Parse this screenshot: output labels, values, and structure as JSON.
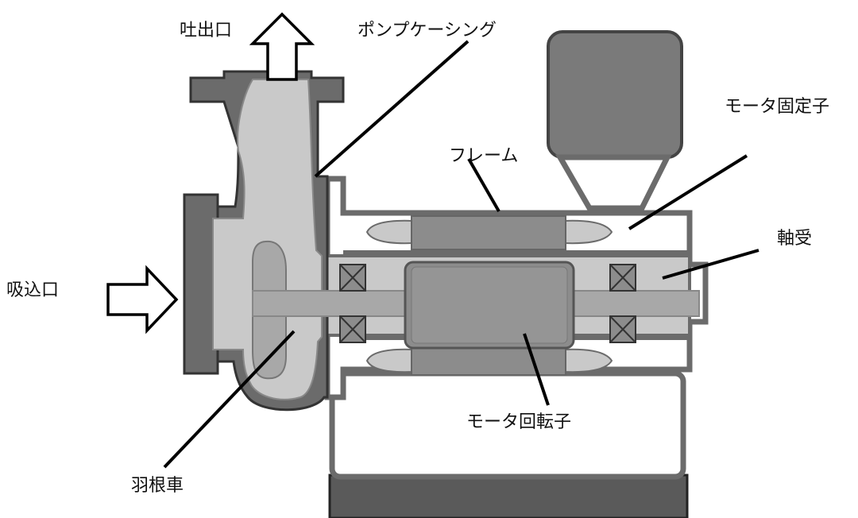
{
  "diagram": {
    "labels": {
      "discharge": "吐出口",
      "suction": "吸込口",
      "pump_casing": "ポンプケーシング",
      "frame": "フレーム",
      "motor_stator": "モータ固定子",
      "bearing": "軸受",
      "impeller": "羽根車",
      "motor_rotor": "モータ回転子"
    },
    "colors": {
      "casing": "#6b6b6b",
      "fluid": "#c9c9c9",
      "part": "#8c8c8c",
      "dark": "#5a5a5a",
      "shaft": "#a8a8a8",
      "outline": "#000000",
      "background": "#ffffff"
    }
  }
}
